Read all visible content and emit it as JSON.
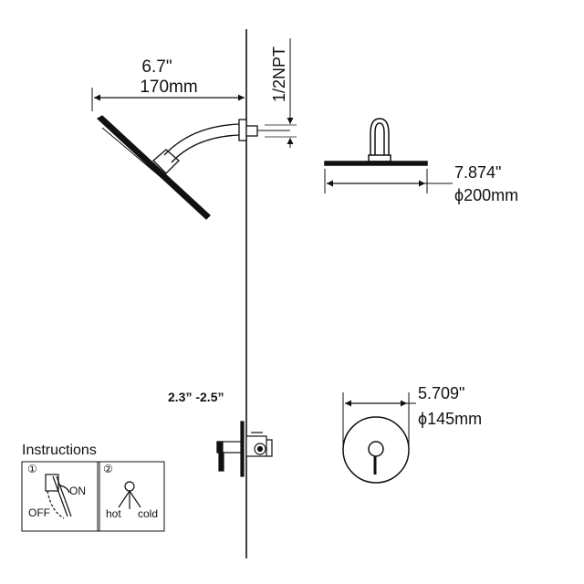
{
  "side_view": {
    "reach_in": "6.7\"",
    "reach_mm": "170mm",
    "thread": "1/2NPT",
    "wall_depth": "2.3”  -2.5”"
  },
  "shower_head": {
    "diameter_in": "7.874\"",
    "diameter_mm": "ϕ200mm"
  },
  "trim_plate": {
    "diameter_in": "5.709\"",
    "diameter_mm": "ϕ145mm"
  },
  "instructions": {
    "title": "Instructions",
    "step1_marker": "①",
    "step2_marker": "②",
    "on_label": "ON",
    "off_label": "OFF",
    "hot_label": "hot",
    "cold_label": "cold"
  }
}
